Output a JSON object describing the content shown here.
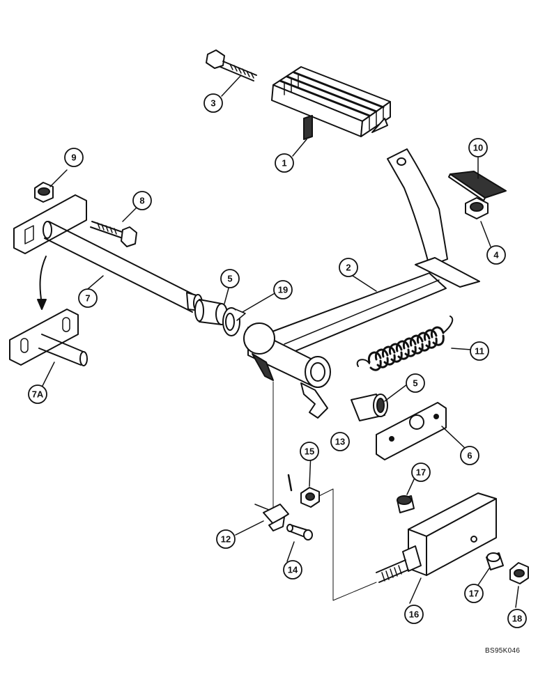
{
  "diagram": {
    "reference_code": "BS95K046",
    "callouts": [
      "1",
      "2",
      "3",
      "4",
      "5",
      "5",
      "6",
      "7",
      "7A",
      "8",
      "9",
      "10",
      "11",
      "12",
      "13",
      "14",
      "15",
      "16",
      "17",
      "17",
      "18",
      "19"
    ]
  },
  "colors": {
    "ink": "#111111",
    "fill": "#ffffff",
    "shade": "#333333"
  }
}
